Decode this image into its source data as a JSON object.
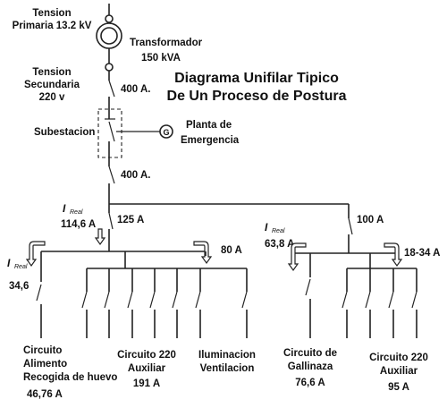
{
  "title": [
    "Diagrama Unifilar Tipico",
    "De Un Proceso de Postura"
  ],
  "primary_voltage": [
    "Tension",
    "Primaria 13.2 kV"
  ],
  "transformer": [
    "Transformador",
    "150 kVA"
  ],
  "secondary_voltage": [
    "Tension",
    "Secundaria",
    "220 v"
  ],
  "breaker_main": "400 A.",
  "substation": "Subestacion",
  "generator_symbol": "G",
  "generator": [
    "Planta de",
    "Emergencia"
  ],
  "breaker_after_substation": "400 A.",
  "current_symbol": "I",
  "current_subscript": "Real",
  "left_feeder": {
    "current_value": "114,6 A",
    "breaker": "125 A",
    "sub_breaker": "80 A"
  },
  "right_feeder": {
    "current_value": "63,8 A",
    "breaker": "100 A",
    "sub_breaker": "18-34 A"
  },
  "left_subpanel_current": "34,6",
  "loads": [
    {
      "lines": [
        "Circuito",
        "Alimento",
        "Recogida de huevo",
        "46,76 A"
      ]
    },
    {
      "lines": [
        "Circuito 220",
        "Auxiliar",
        "191 A"
      ]
    },
    {
      "lines": [
        "Iluminacion",
        "Ventilacion"
      ]
    },
    {
      "lines": [
        "Circuito de",
        "Gallinaza",
        "76,6 A"
      ]
    },
    {
      "lines": [
        "Circuito 220",
        "Auxiliar",
        "95 A"
      ]
    }
  ]
}
